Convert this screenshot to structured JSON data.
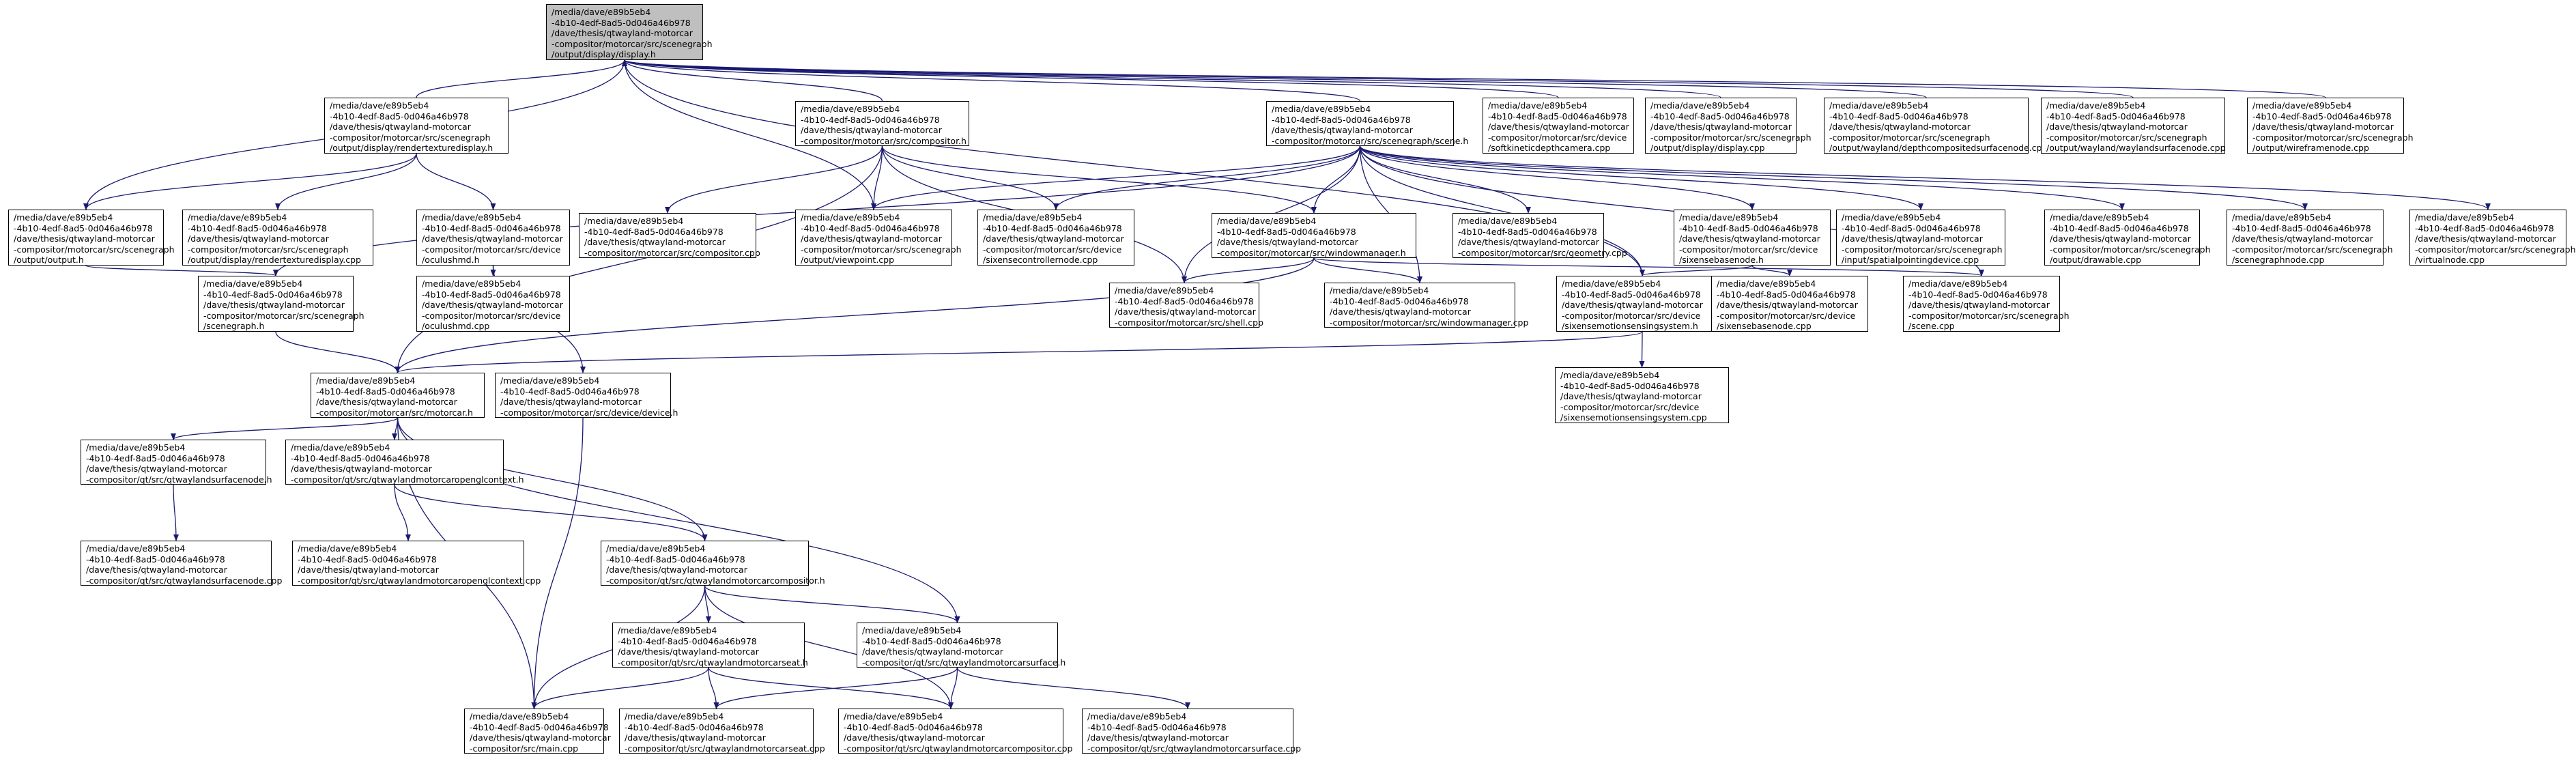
{
  "colors": {
    "edge": "#191970",
    "root_fill": "#bfbfbf",
    "node_fill": "#ffffff",
    "node_border": "#000000"
  },
  "nodes": [
    {
      "id": "display_h",
      "lines": [
        "/media/dave/e89b5eb4",
        "-4b10-4edf-8ad5-0d046a46b978",
        "/dave/thesis/qtwayland-motorcar",
        "-compositor/motorcar/src/scenegraph",
        "/output/display/display.h"
      ]
    },
    {
      "id": "rendertexturedisplay_h",
      "lines": [
        "/media/dave/e89b5eb4",
        "-4b10-4edf-8ad5-0d046a46b978",
        "/dave/thesis/qtwayland-motorcar",
        "-compositor/motorcar/src/scenegraph",
        "/output/display/rendertexturedisplay.h"
      ]
    },
    {
      "id": "compositor_h",
      "lines": [
        "/media/dave/e89b5eb4",
        "-4b10-4edf-8ad5-0d046a46b978",
        "/dave/thesis/qtwayland-motorcar",
        "-compositor/motorcar/src/compositor.h"
      ]
    },
    {
      "id": "scene_h",
      "lines": [
        "/media/dave/e89b5eb4",
        "-4b10-4edf-8ad5-0d046a46b978",
        "/dave/thesis/qtwayland-motorcar",
        "-compositor/motorcar/src/scenegraph/scene.h"
      ]
    },
    {
      "id": "softkineticdepthcamera_cpp",
      "lines": [
        "/media/dave/e89b5eb4",
        "-4b10-4edf-8ad5-0d046a46b978",
        "/dave/thesis/qtwayland-motorcar",
        "-compositor/motorcar/src/device",
        "/softkineticdepthcamera.cpp"
      ]
    },
    {
      "id": "display_cpp",
      "lines": [
        "/media/dave/e89b5eb4",
        "-4b10-4edf-8ad5-0d046a46b978",
        "/dave/thesis/qtwayland-motorcar",
        "-compositor/motorcar/src/scenegraph",
        "/output/display/display.cpp"
      ]
    },
    {
      "id": "depthcompositedsurfacenode_cpp",
      "lines": [
        "/media/dave/e89b5eb4",
        "-4b10-4edf-8ad5-0d046a46b978",
        "/dave/thesis/qtwayland-motorcar",
        "-compositor/motorcar/src/scenegraph",
        "/output/wayland/depthcompositedsurfacenode.cpp"
      ]
    },
    {
      "id": "waylandsurfacenode_cpp",
      "lines": [
        "/media/dave/e89b5eb4",
        "-4b10-4edf-8ad5-0d046a46b978",
        "/dave/thesis/qtwayland-motorcar",
        "-compositor/motorcar/src/scenegraph",
        "/output/wayland/waylandsurfacenode.cpp"
      ]
    },
    {
      "id": "wireframenode_cpp",
      "lines": [
        "/media/dave/e89b5eb4",
        "-4b10-4edf-8ad5-0d046a46b978",
        "/dave/thesis/qtwayland-motorcar",
        "-compositor/motorcar/src/scenegraph",
        "/output/wireframenode.cpp"
      ]
    },
    {
      "id": "output_h",
      "lines": [
        "/media/dave/e89b5eb4",
        "-4b10-4edf-8ad5-0d046a46b978",
        "/dave/thesis/qtwayland-motorcar",
        "-compositor/motorcar/src/scenegraph",
        "/output/output.h"
      ]
    },
    {
      "id": "rendertexturedisplay_cpp",
      "lines": [
        "/media/dave/e89b5eb4",
        "-4b10-4edf-8ad5-0d046a46b978",
        "/dave/thesis/qtwayland-motorcar",
        "-compositor/motorcar/src/scenegraph",
        "/output/display/rendertexturedisplay.cpp"
      ]
    },
    {
      "id": "oculushmd_h",
      "lines": [
        "/media/dave/e89b5eb4",
        "-4b10-4edf-8ad5-0d046a46b978",
        "/dave/thesis/qtwayland-motorcar",
        "-compositor/motorcar/src/device",
        "/oculushmd.h"
      ]
    },
    {
      "id": "compositor_cpp",
      "lines": [
        "/media/dave/e89b5eb4",
        "-4b10-4edf-8ad5-0d046a46b978",
        "/dave/thesis/qtwayland-motorcar",
        "-compositor/motorcar/src/compositor.cpp"
      ]
    },
    {
      "id": "viewpoint_cpp",
      "lines": [
        "/media/dave/e89b5eb4",
        "-4b10-4edf-8ad5-0d046a46b978",
        "/dave/thesis/qtwayland-motorcar",
        "-compositor/motorcar/src/scenegraph",
        "/output/viewpoint.cpp"
      ]
    },
    {
      "id": "sixensecontrollernode_cpp",
      "lines": [
        "/media/dave/e89b5eb4",
        "-4b10-4edf-8ad5-0d046a46b978",
        "/dave/thesis/qtwayland-motorcar",
        "-compositor/motorcar/src/device",
        "/sixensecontrollernode.cpp"
      ]
    },
    {
      "id": "windowmanager_h",
      "lines": [
        "/media/dave/e89b5eb4",
        "-4b10-4edf-8ad5-0d046a46b978",
        "/dave/thesis/qtwayland-motorcar",
        "-compositor/motorcar/src/windowmanager.h"
      ]
    },
    {
      "id": "geometry_cpp",
      "lines": [
        "/media/dave/e89b5eb4",
        "-4b10-4edf-8ad5-0d046a46b978",
        "/dave/thesis/qtwayland-motorcar",
        "-compositor/motorcar/src/geometry.cpp"
      ]
    },
    {
      "id": "sixensebasenode_h",
      "lines": [
        "/media/dave/e89b5eb4",
        "-4b10-4edf-8ad5-0d046a46b978",
        "/dave/thesis/qtwayland-motorcar",
        "-compositor/motorcar/src/device",
        "/sixensebasenode.h"
      ]
    },
    {
      "id": "spatialpointingdevice_cpp",
      "lines": [
        "/media/dave/e89b5eb4",
        "-4b10-4edf-8ad5-0d046a46b978",
        "/dave/thesis/qtwayland-motorcar",
        "-compositor/motorcar/src/scenegraph",
        "/input/spatialpointingdevice.cpp"
      ]
    },
    {
      "id": "drawable_cpp",
      "lines": [
        "/media/dave/e89b5eb4",
        "-4b10-4edf-8ad5-0d046a46b978",
        "/dave/thesis/qtwayland-motorcar",
        "-compositor/motorcar/src/scenegraph",
        "/output/drawable.cpp"
      ]
    },
    {
      "id": "scenegraphnode_cpp",
      "lines": [
        "/media/dave/e89b5eb4",
        "-4b10-4edf-8ad5-0d046a46b978",
        "/dave/thesis/qtwayland-motorcar",
        "-compositor/motorcar/src/scenegraph",
        "/scenegraphnode.cpp"
      ]
    },
    {
      "id": "virtualnode_cpp",
      "lines": [
        "/media/dave/e89b5eb4",
        "-4b10-4edf-8ad5-0d046a46b978",
        "/dave/thesis/qtwayland-motorcar",
        "-compositor/motorcar/src/scenegraph",
        "/virtualnode.cpp"
      ]
    },
    {
      "id": "scenegraph_h",
      "lines": [
        "/media/dave/e89b5eb4",
        "-4b10-4edf-8ad5-0d046a46b978",
        "/dave/thesis/qtwayland-motorcar",
        "-compositor/motorcar/src/scenegraph",
        "/scenegraph.h"
      ]
    },
    {
      "id": "oculushmd_cpp",
      "lines": [
        "/media/dave/e89b5eb4",
        "-4b10-4edf-8ad5-0d046a46b978",
        "/dave/thesis/qtwayland-motorcar",
        "-compositor/motorcar/src/device",
        "/oculushmd.cpp"
      ]
    },
    {
      "id": "shell_cpp",
      "lines": [
        "/media/dave/e89b5eb4",
        "-4b10-4edf-8ad5-0d046a46b978",
        "/dave/thesis/qtwayland-motorcar",
        "-compositor/motorcar/src/shell.cpp"
      ]
    },
    {
      "id": "windowmanager_cpp",
      "lines": [
        "/media/dave/e89b5eb4",
        "-4b10-4edf-8ad5-0d046a46b978",
        "/dave/thesis/qtwayland-motorcar",
        "-compositor/motorcar/src/windowmanager.cpp"
      ]
    },
    {
      "id": "sixensemotionsensingsystem_h",
      "lines": [
        "/media/dave/e89b5eb4",
        "-4b10-4edf-8ad5-0d046a46b978",
        "/dave/thesis/qtwayland-motorcar",
        "-compositor/motorcar/src/device",
        "/sixensemotionsensingsystem.h"
      ]
    },
    {
      "id": "sixensebasenode_cpp",
      "lines": [
        "/media/dave/e89b5eb4",
        "-4b10-4edf-8ad5-0d046a46b978",
        "/dave/thesis/qtwayland-motorcar",
        "-compositor/motorcar/src/device",
        "/sixensebasenode.cpp"
      ]
    },
    {
      "id": "scene_cpp",
      "lines": [
        "/media/dave/e89b5eb4",
        "-4b10-4edf-8ad5-0d046a46b978",
        "/dave/thesis/qtwayland-motorcar",
        "-compositor/motorcar/src/scenegraph",
        "/scene.cpp"
      ]
    },
    {
      "id": "motorcar_h",
      "lines": [
        "/media/dave/e89b5eb4",
        "-4b10-4edf-8ad5-0d046a46b978",
        "/dave/thesis/qtwayland-motorcar",
        "-compositor/motorcar/src/motorcar.h"
      ]
    },
    {
      "id": "device_h",
      "lines": [
        "/media/dave/e89b5eb4",
        "-4b10-4edf-8ad5-0d046a46b978",
        "/dave/thesis/qtwayland-motorcar",
        "-compositor/motorcar/src/device/device.h"
      ]
    },
    {
      "id": "sixensemotionsensingsystem_cpp",
      "lines": [
        "/media/dave/e89b5eb4",
        "-4b10-4edf-8ad5-0d046a46b978",
        "/dave/thesis/qtwayland-motorcar",
        "-compositor/motorcar/src/device",
        "/sixensemotionsensingsystem.cpp"
      ]
    },
    {
      "id": "qtwaylandsurfacenode_h",
      "lines": [
        "/media/dave/e89b5eb4",
        "-4b10-4edf-8ad5-0d046a46b978",
        "/dave/thesis/qtwayland-motorcar",
        "-compositor/qt/src/qtwaylandsurfacenode.h"
      ]
    },
    {
      "id": "qtwaylandmotorcaropenglcontext_h",
      "lines": [
        "/media/dave/e89b5eb4",
        "-4b10-4edf-8ad5-0d046a46b978",
        "/dave/thesis/qtwayland-motorcar",
        "-compositor/qt/src/qtwaylandmotorcaropenglcontext.h"
      ]
    },
    {
      "id": "qtwaylandsurfacenode_cpp",
      "lines": [
        "/media/dave/e89b5eb4",
        "-4b10-4edf-8ad5-0d046a46b978",
        "/dave/thesis/qtwayland-motorcar",
        "-compositor/qt/src/qtwaylandsurfacenode.cpp"
      ]
    },
    {
      "id": "qtwaylandmotorcaropenglcontext_cpp",
      "lines": [
        "/media/dave/e89b5eb4",
        "-4b10-4edf-8ad5-0d046a46b978",
        "/dave/thesis/qtwayland-motorcar",
        "-compositor/qt/src/qtwaylandmotorcaropenglcontext.cpp"
      ]
    },
    {
      "id": "qtwaylandmotorcarcompositor_h",
      "lines": [
        "/media/dave/e89b5eb4",
        "-4b10-4edf-8ad5-0d046a46b978",
        "/dave/thesis/qtwayland-motorcar",
        "-compositor/qt/src/qtwaylandmotorcarcompositor.h"
      ]
    },
    {
      "id": "qtwaylandmotorcarseat_h",
      "lines": [
        "/media/dave/e89b5eb4",
        "-4b10-4edf-8ad5-0d046a46b978",
        "/dave/thesis/qtwayland-motorcar",
        "-compositor/qt/src/qtwaylandmotorcarseat.h"
      ]
    },
    {
      "id": "qtwaylandmotorcarsurface_h",
      "lines": [
        "/media/dave/e89b5eb4",
        "-4b10-4edf-8ad5-0d046a46b978",
        "/dave/thesis/qtwayland-motorcar",
        "-compositor/qt/src/qtwaylandmotorcarsurface.h"
      ]
    },
    {
      "id": "main_cpp",
      "lines": [
        "/media/dave/e89b5eb4",
        "-4b10-4edf-8ad5-0d046a46b978",
        "/dave/thesis/qtwayland-motorcar",
        "-compositor/src/main.cpp"
      ]
    },
    {
      "id": "qtwaylandmotorcarseat_cpp",
      "lines": [
        "/media/dave/e89b5eb4",
        "-4b10-4edf-8ad5-0d046a46b978",
        "/dave/thesis/qtwayland-motorcar",
        "-compositor/qt/src/qtwaylandmotorcarseat.cpp"
      ]
    },
    {
      "id": "qtwaylandmotorcarcompositor_cpp",
      "lines": [
        "/media/dave/e89b5eb4",
        "-4b10-4edf-8ad5-0d046a46b978",
        "/dave/thesis/qtwayland-motorcar",
        "-compositor/qt/src/qtwaylandmotorcarcompositor.cpp"
      ]
    },
    {
      "id": "qtwaylandmotorcarsurface_cpp",
      "lines": [
        "/media/dave/e89b5eb4",
        "-4b10-4edf-8ad5-0d046a46b978",
        "/dave/thesis/qtwayland-motorcar",
        "-compositor/qt/src/qtwaylandmotorcarsurface.cpp"
      ]
    }
  ],
  "edges": [
    [
      "rendertexturedisplay_h",
      "display_h"
    ],
    [
      "compositor_h",
      "display_h"
    ],
    [
      "scene_h",
      "display_h"
    ],
    [
      "softkineticdepthcamera_cpp",
      "display_h"
    ],
    [
      "display_cpp",
      "display_h"
    ],
    [
      "depthcompositedsurfacenode_cpp",
      "display_h"
    ],
    [
      "waylandsurfacenode_cpp",
      "display_h"
    ],
    [
      "wireframenode_cpp",
      "display_h"
    ],
    [
      "output_h",
      "display_h"
    ],
    [
      "viewpoint_cpp",
      "display_h"
    ],
    [
      "sixensemotionsensingsystem_h",
      "display_h"
    ],
    [
      "rendertexturedisplay_h",
      "output_h"
    ],
    [
      "rendertexturedisplay_h",
      "rendertexturedisplay_cpp"
    ],
    [
      "rendertexturedisplay_h",
      "oculushmd_h"
    ],
    [
      "compositor_h",
      "compositor_cpp"
    ],
    [
      "compositor_h",
      "viewpoint_cpp"
    ],
    [
      "compositor_h",
      "sixensecontrollernode_cpp"
    ],
    [
      "compositor_h",
      "windowmanager_h"
    ],
    [
      "compositor_h",
      "shell_cpp"
    ],
    [
      "compositor_h",
      "motorcar_h"
    ],
    [
      "scene_h",
      "viewpoint_cpp"
    ],
    [
      "scene_h",
      "sixensecontrollernode_cpp"
    ],
    [
      "scene_h",
      "windowmanager_h"
    ],
    [
      "scene_h",
      "geometry_cpp"
    ],
    [
      "scene_h",
      "sixensebasenode_h"
    ],
    [
      "scene_h",
      "spatialpointingdevice_cpp"
    ],
    [
      "scene_h",
      "drawable_cpp"
    ],
    [
      "scene_h",
      "scenegraphnode_cpp"
    ],
    [
      "scene_h",
      "virtualnode_cpp"
    ],
    [
      "scene_h",
      "scenegraph_h"
    ],
    [
      "scene_h",
      "shell_cpp"
    ],
    [
      "scene_h",
      "windowmanager_cpp"
    ],
    [
      "scene_h",
      "scene_cpp"
    ],
    [
      "scene_h",
      "sixensemotionsensingsystem_h"
    ],
    [
      "output_h",
      "scenegraph_h"
    ],
    [
      "oculushmd_h",
      "oculushmd_cpp"
    ],
    [
      "oculushmd_h",
      "device_h"
    ],
    [
      "windowmanager_h",
      "shell_cpp"
    ],
    [
      "windowmanager_h",
      "windowmanager_cpp"
    ],
    [
      "windowmanager_h",
      "scene_cpp"
    ],
    [
      "windowmanager_h",
      "motorcar_h"
    ],
    [
      "sixensebasenode_h",
      "sixensemotionsensingsystem_h"
    ],
    [
      "sixensebasenode_h",
      "sixensebasenode_cpp"
    ],
    [
      "scenegraph_h",
      "motorcar_h"
    ],
    [
      "sixensemotionsensingsystem_h",
      "sixensemotionsensingsystem_cpp"
    ],
    [
      "sixensemotionsensingsystem_h",
      "motorcar_h"
    ],
    [
      "motorcar_h",
      "qtwaylandsurfacenode_h"
    ],
    [
      "motorcar_h",
      "qtwaylandmotorcaropenglcontext_h"
    ],
    [
      "motorcar_h",
      "qtwaylandmotorcarcompositor_h"
    ],
    [
      "motorcar_h",
      "qtwaylandmotorcarsurface_h"
    ],
    [
      "motorcar_h",
      "main_cpp"
    ],
    [
      "device_h",
      "main_cpp"
    ],
    [
      "qtwaylandsurfacenode_h",
      "qtwaylandsurfacenode_cpp"
    ],
    [
      "qtwaylandmotorcaropenglcontext_h",
      "qtwaylandmotorcaropenglcontext_cpp"
    ],
    [
      "qtwaylandmotorcaropenglcontext_h",
      "qtwaylandmotorcarcompositor_h"
    ],
    [
      "qtwaylandmotorcarcompositor_h",
      "main_cpp"
    ],
    [
      "qtwaylandmotorcarcompositor_h",
      "qtwaylandmotorcarseat_h"
    ],
    [
      "qtwaylandmotorcarcompositor_h",
      "qtwaylandmotorcarsurface_h"
    ],
    [
      "qtwaylandmotorcarcompositor_h",
      "qtwaylandmotorcarcompositor_cpp"
    ],
    [
      "qtwaylandmotorcarseat_h",
      "qtwaylandmotorcarseat_cpp"
    ],
    [
      "qtwaylandmotorcarseat_h",
      "qtwaylandmotorcarcompositor_cpp"
    ],
    [
      "qtwaylandmotorcarseat_h",
      "main_cpp"
    ],
    [
      "qtwaylandmotorcarsurface_h",
      "qtwaylandmotorcarseat_cpp"
    ],
    [
      "qtwaylandmotorcarsurface_h",
      "qtwaylandmotorcarcompositor_cpp"
    ],
    [
      "qtwaylandmotorcarsurface_h",
      "qtwaylandmotorcarsurface_cpp"
    ]
  ]
}
